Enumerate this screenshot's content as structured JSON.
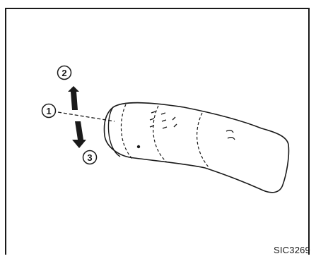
{
  "figure": {
    "reference_code": "SIC3269",
    "callouts": [
      {
        "id": "1",
        "glyph": "①"
      },
      {
        "id": "2",
        "glyph": "②"
      },
      {
        "id": "3",
        "glyph": "③"
      }
    ],
    "colors": {
      "ink": "#1a1a1a",
      "background": "#ffffff"
    }
  }
}
